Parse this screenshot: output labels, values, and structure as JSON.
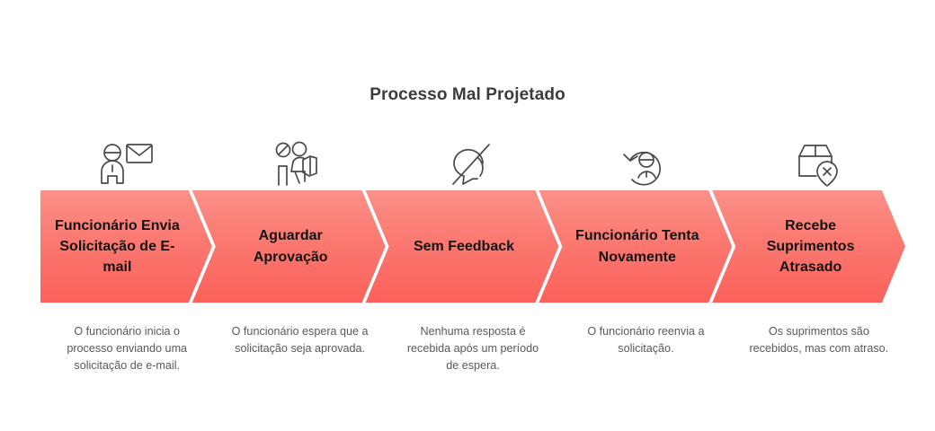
{
  "title": "Processo Mal Projetado",
  "theme": {
    "background": "#ffffff",
    "chevron_gradient_top": "#fb9189",
    "chevron_gradient_bottom": "#fb615a",
    "title_color": "#3c3c3c",
    "label_color": "#141414",
    "caption_color": "#58595b",
    "icon_stroke": "#4a4a4a"
  },
  "steps": [
    {
      "icon": "person-with-email-icon",
      "label": "Funcionário Envia Solicitação de E-mail",
      "caption": "O funcionário inicia o processo enviando uma solicitação de e-mail."
    },
    {
      "icon": "waiting-person-icon",
      "label": "Aguardar Aprovação",
      "caption": "O funcionário espera que a solicitação seja aprovada."
    },
    {
      "icon": "no-feedback-speech-bubble-icon",
      "label": "Sem Feedback",
      "caption": "Nenhuma resposta é recebida após um período de espera."
    },
    {
      "icon": "retry-person-icon",
      "label": "Funcionário Tenta Novamente",
      "caption": "O funcionário reenvia a solicitação."
    },
    {
      "icon": "delayed-package-icon",
      "label": "Recebe Suprimentos Atrasado",
      "caption": "Os suprimentos são recebidos, mas com atraso."
    }
  ]
}
